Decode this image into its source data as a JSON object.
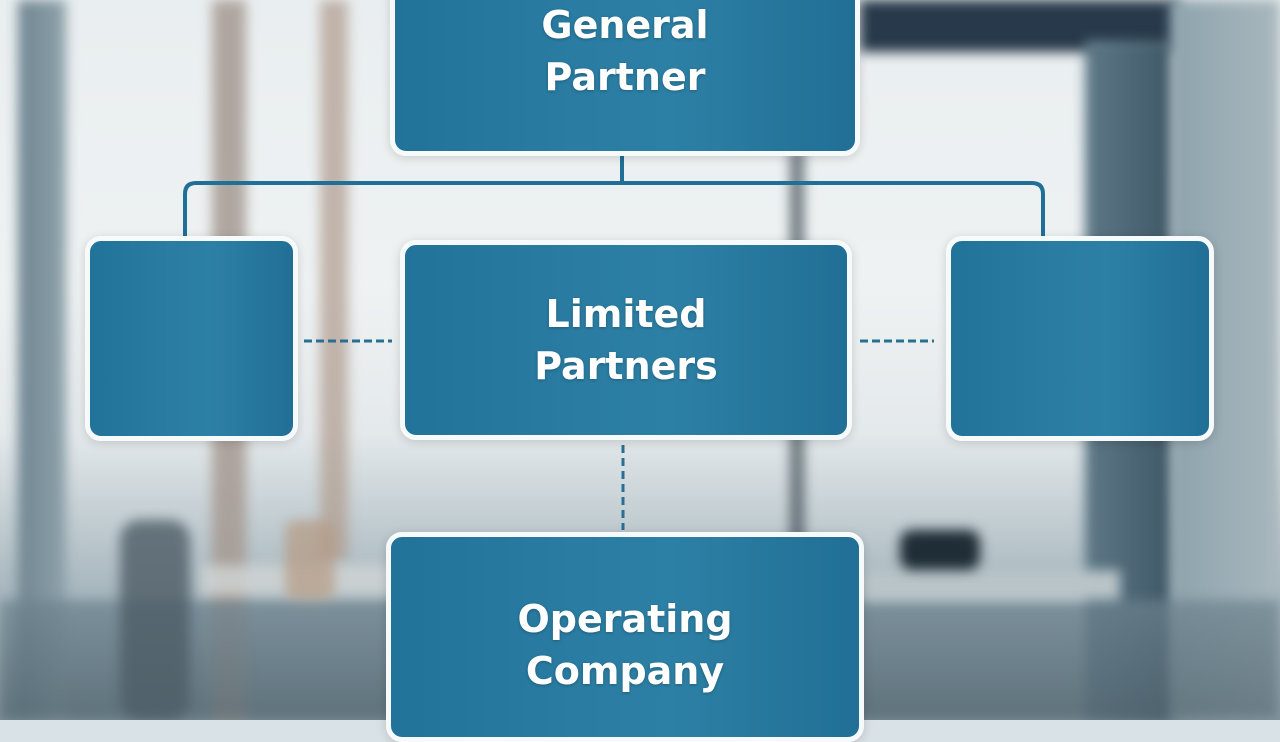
{
  "diagram": {
    "type": "org-structure",
    "colors": {
      "box_fill": "#2a7ca2",
      "box_border": "#f7fafb",
      "connector": "#1f6f97",
      "text": "#ffffff"
    },
    "nodes": {
      "general_partner": {
        "line1": "General",
        "line2": "Partner"
      },
      "limited_partners": {
        "line1": "Limited",
        "line2": "Partners"
      },
      "left_entity": {
        "label": ""
      },
      "right_entity": {
        "label": ""
      },
      "operating_company": {
        "line1": "Operating",
        "line2": "Company"
      }
    },
    "edges": [
      {
        "from": "general_partner",
        "to": "left_entity",
        "style": "solid"
      },
      {
        "from": "general_partner",
        "to": "right_entity",
        "style": "solid"
      },
      {
        "from": "left_entity",
        "to": "limited_partners",
        "style": "dashed"
      },
      {
        "from": "limited_partners",
        "to": "right_entity",
        "style": "dashed"
      },
      {
        "from": "limited_partners",
        "to": "operating_company",
        "style": "dashed"
      }
    ]
  }
}
